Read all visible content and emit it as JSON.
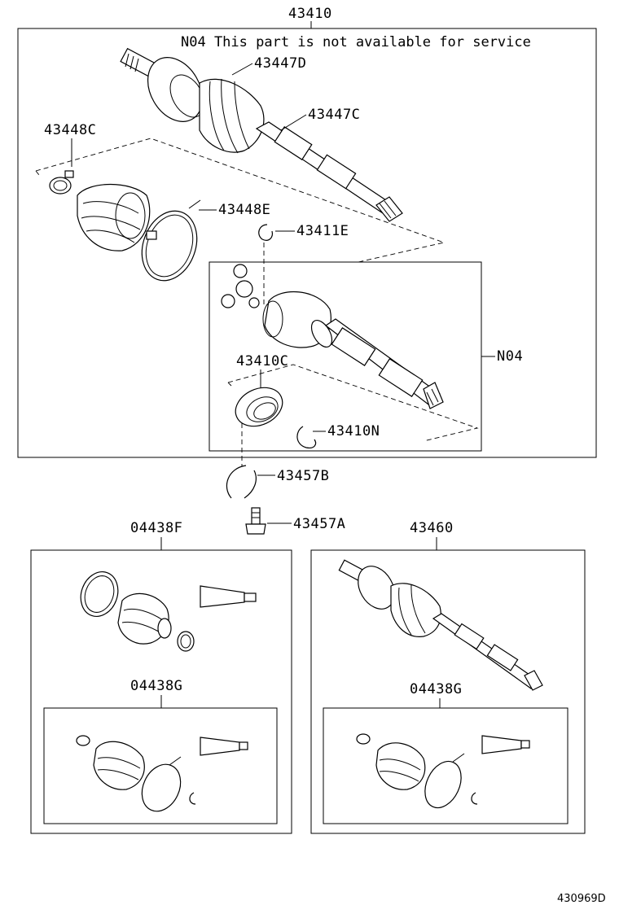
{
  "diagram": {
    "title_part": "43410",
    "note": "N04 This part is not available for service",
    "labels": {
      "p43447D": "43447D",
      "p43447C": "43447C",
      "p43448C": "43448C",
      "p43448E": "43448E",
      "p43411E": "43411E",
      "pN04": "N04",
      "p43410C": "43410C",
      "p43410N": "43410N",
      "p43457B": "43457B",
      "p43457A": "43457A",
      "p04438F": "04438F",
      "p43460": "43460",
      "p04438G_left": "04438G",
      "p04438G_right": "04438G"
    },
    "drawing_code": "430969D"
  }
}
